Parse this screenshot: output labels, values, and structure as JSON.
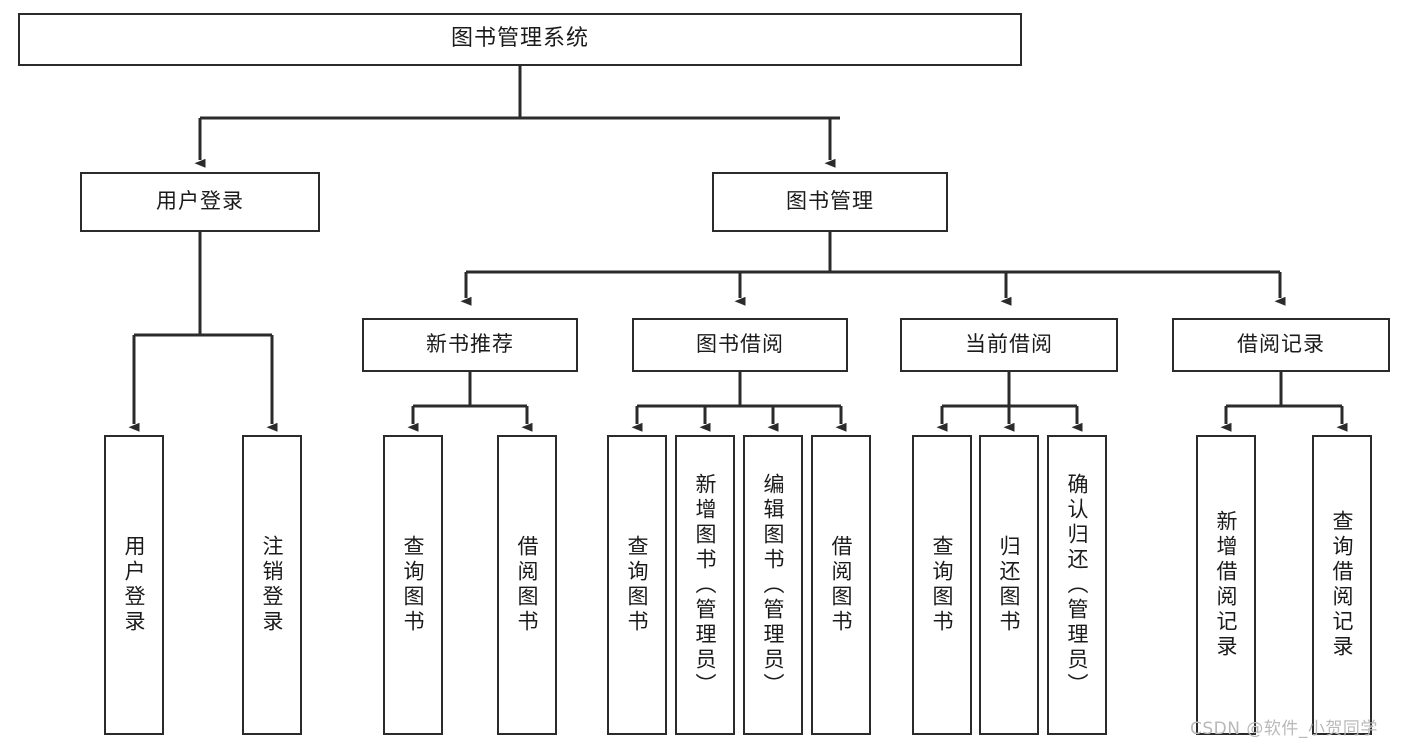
{
  "diagram": {
    "title": "图书管理系统",
    "type": "tree-functional-structure",
    "colors": {
      "border": "#2b2b2b",
      "background": "#ffffff",
      "text": "#1b1b1b",
      "watermark": "#b9b9b9"
    },
    "root": {
      "label": "图书管理系统"
    },
    "level2": [
      {
        "label": "用户登录"
      },
      {
        "label": "图书管理"
      }
    ],
    "level3": [
      {
        "label": "新书推荐"
      },
      {
        "label": "图书借阅"
      },
      {
        "label": "当前借阅"
      },
      {
        "label": "借阅记录"
      }
    ],
    "leaves": {
      "user_login": [
        {
          "label": "用户登录"
        },
        {
          "label": "注销登录"
        }
      ],
      "new_book_recommend": [
        {
          "label": "查询图书"
        },
        {
          "label": "借阅图书"
        }
      ],
      "book_borrow": [
        {
          "label": "查询图书"
        },
        {
          "label": "新增图书（管理员）"
        },
        {
          "label": "编辑图书（管理员）"
        },
        {
          "label": "借阅图书"
        }
      ],
      "current_borrow": [
        {
          "label": "查询图书"
        },
        {
          "label": "归还图书"
        },
        {
          "label": "确认归还（管理员）"
        }
      ],
      "borrow_record": [
        {
          "label": "新增借阅记录"
        },
        {
          "label": "查询借阅记录"
        }
      ]
    },
    "watermark": "CSDN @软件_小贺同学"
  }
}
